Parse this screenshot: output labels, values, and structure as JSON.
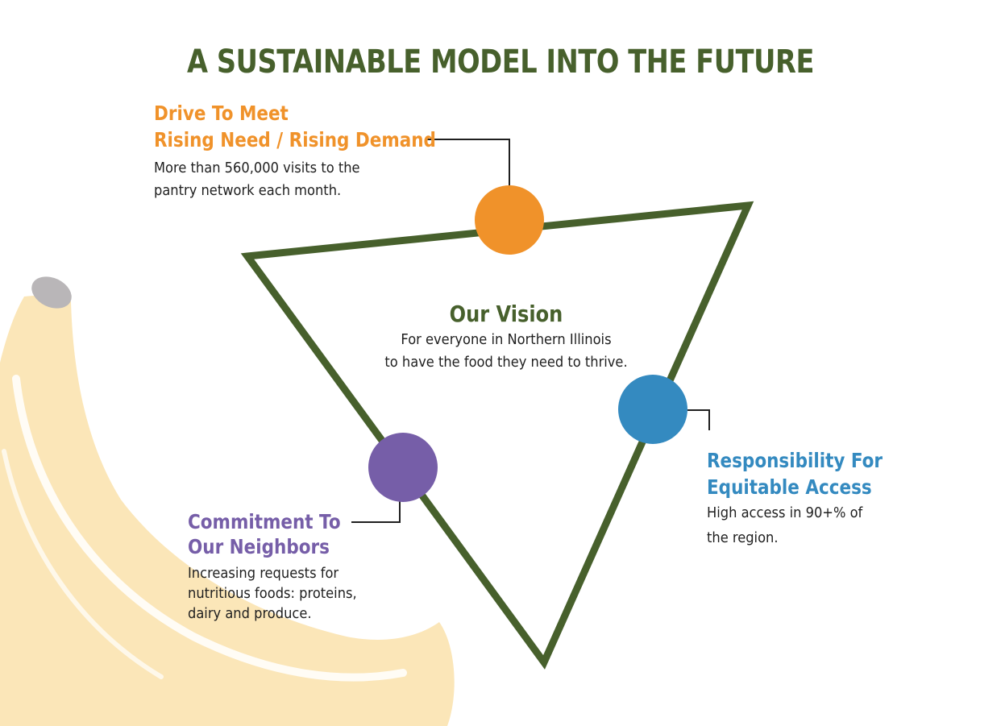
{
  "title": "A SUSTAINABLE MODEL INTO THE FUTURE",
  "colors": {
    "green": "#47602c",
    "orange": "#f0922a",
    "blue": "#348ac0",
    "purple": "#765ea8",
    "banana": "#fbe6b8",
    "text": "#1f1f1f"
  },
  "vision": {
    "title": "Our Vision",
    "lines": [
      "For everyone in Northern Illinois",
      "to have the food they need to thrive."
    ]
  },
  "pillars": {
    "demand": {
      "heading": [
        "Drive To Meet",
        "Rising Need / Rising Demand"
      ],
      "lines": [
        "More than 560,000 visits to the",
        "pantry network each month."
      ]
    },
    "access": {
      "heading": [
        "Responsibility For",
        "Equitable Access"
      ],
      "lines": [
        "High access in 90+% of",
        "the region."
      ]
    },
    "neighbors": {
      "heading": [
        "Commitment To",
        "Our Neighbors"
      ],
      "lines": [
        "Increasing requests for",
        "nutritious foods: proteins,",
        "dairy and produce."
      ]
    }
  }
}
